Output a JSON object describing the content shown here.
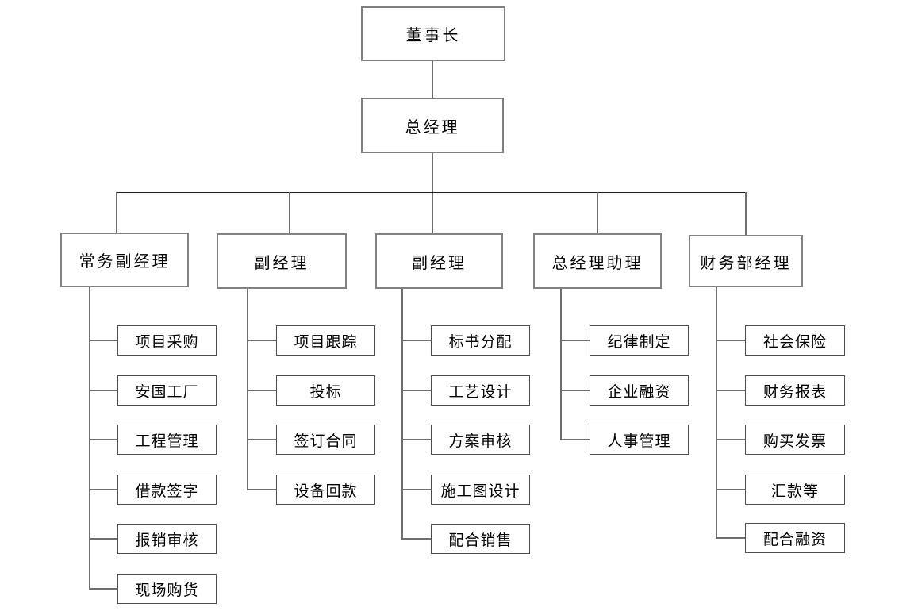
{
  "org_chart": {
    "root": {
      "label": "董事长"
    },
    "gm": {
      "label": "总经理"
    },
    "managers": [
      {
        "label": "常务副经理",
        "children": [
          "项目采购",
          "安国工厂",
          "工程管理",
          "借款签字",
          "报销审核",
          "现场购货"
        ]
      },
      {
        "label": "副经理",
        "children": [
          "项目跟踪",
          "投标",
          "签订合同",
          "设备回款"
        ]
      },
      {
        "label": "副经理",
        "children": [
          "标书分配",
          "工艺设计",
          "方案审核",
          "施工图设计",
          "配合销售"
        ]
      },
      {
        "label": "总经理助理",
        "children": [
          "纪律制定",
          "企业融资",
          "人事管理"
        ]
      },
      {
        "label": "财务部经理",
        "children": [
          "社会保险",
          "财务报表",
          "购买发票",
          "汇款等",
          "配合融资"
        ]
      }
    ],
    "colors": {
      "background": "#ffffff",
      "box_border": "#7f7f7f",
      "leaf_border": "#4d4d4d",
      "connector": "#6e6e6e",
      "main_line": "#1a1a1a",
      "text": "#000000"
    }
  }
}
